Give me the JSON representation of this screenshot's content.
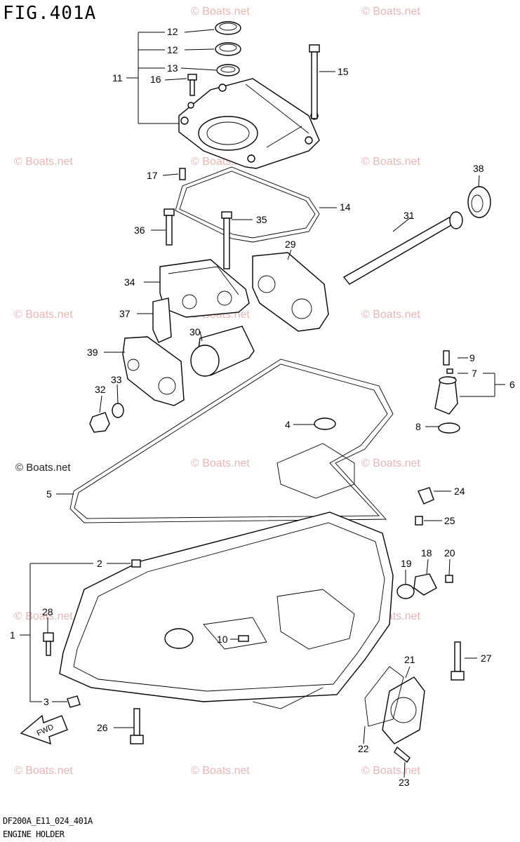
{
  "figure": {
    "title": "FIG.401A",
    "drawing_code": "DF200A_E11_024_401A",
    "group_name": "ENGINE HOLDER",
    "watermark": "© Boats.net",
    "fwd_label": "FWD"
  },
  "callouts": [
    "1",
    "2",
    "3",
    "4",
    "5",
    "6",
    "7",
    "8",
    "9",
    "10",
    "11",
    "12",
    "12",
    "13",
    "14",
    "15",
    "16",
    "17",
    "18",
    "19",
    "20",
    "21",
    "22",
    "23",
    "24",
    "25",
    "26",
    "27",
    "28",
    "29",
    "30",
    "31",
    "32",
    "33",
    "34",
    "35",
    "36",
    "37",
    "38",
    "39"
  ]
}
